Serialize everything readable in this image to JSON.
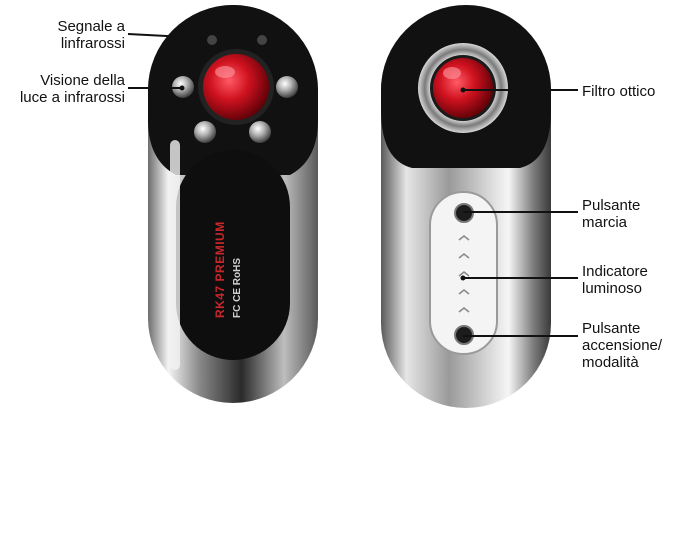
{
  "device_left": {
    "brand_mark": "RK47",
    "brand_model": "PREMIUM",
    "cert_marks": "FC CE RoHS"
  },
  "labels": {
    "infrared_signal": "Segnale a\nlinfrarossi",
    "infrared_vision": "Visione della\nluce a infrarossi",
    "optical_filter": "Filtro ottico",
    "gear_button": "Pulsante\nmarcia",
    "light_indicator": "Indicatore\nluminoso",
    "power_mode_button": "Pulsante\naccensione/\nmodalità"
  },
  "colors": {
    "lens_red": "#d0121f",
    "body_black": "#111111",
    "chrome": "#c9c9c9"
  }
}
